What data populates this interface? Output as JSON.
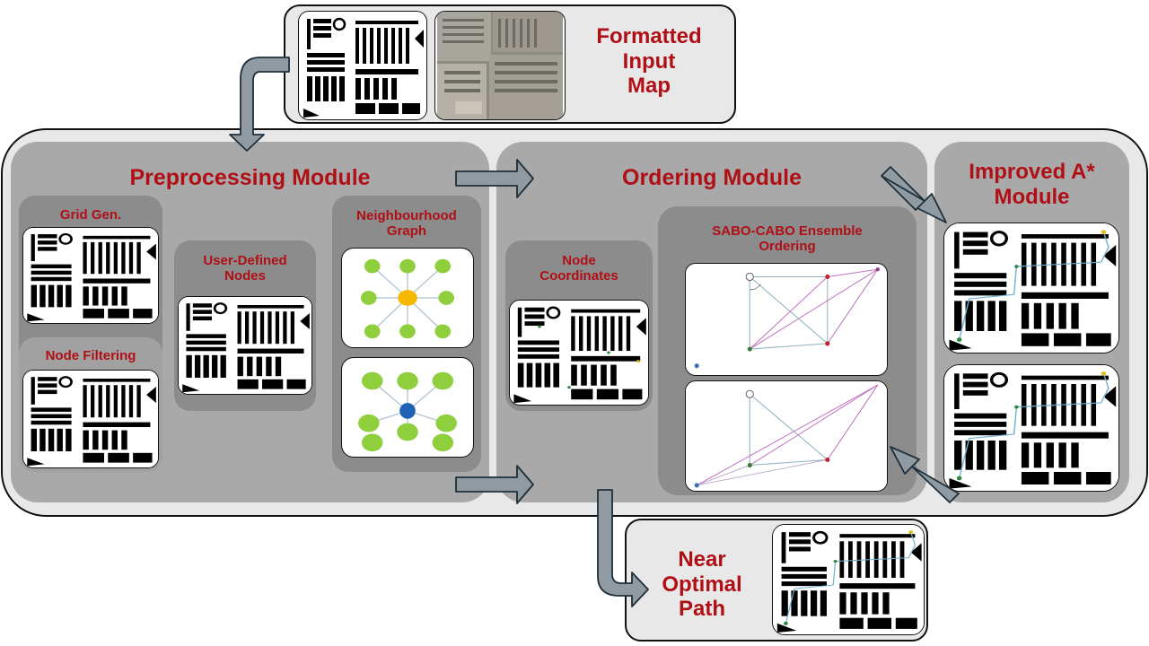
{
  "input": {
    "title": "Formatted\nInput\nMap"
  },
  "preprocessing": {
    "title": "Preprocessing Module",
    "grid_gen": "Grid Gen.",
    "node_filtering": "Node Filtering",
    "user_defined_nodes": "User-Defined\nNodes",
    "neighbourhood_graph": "Neighbourhood\nGraph"
  },
  "ordering": {
    "title": "Ordering Module",
    "node_coordinates": "Node\nCoordinates",
    "ensemble": "SABO-CABO Ensemble\nOrdering"
  },
  "astar": {
    "title": "Improved A*\nModule"
  },
  "output": {
    "title": "Near\nOptimal\nPath"
  },
  "colors": {
    "title_red": "#b00f16",
    "outer_bg": "#e8e8e8",
    "module_bg": "#a9a9a9",
    "sub_bg": "#8c8c8c",
    "arrow_fill": "#909aa2",
    "arrow_stroke": "#1f2f3a",
    "node_green": "#8fce3c",
    "node_orange": "#f6b800",
    "node_blue": "#1f62b5"
  }
}
